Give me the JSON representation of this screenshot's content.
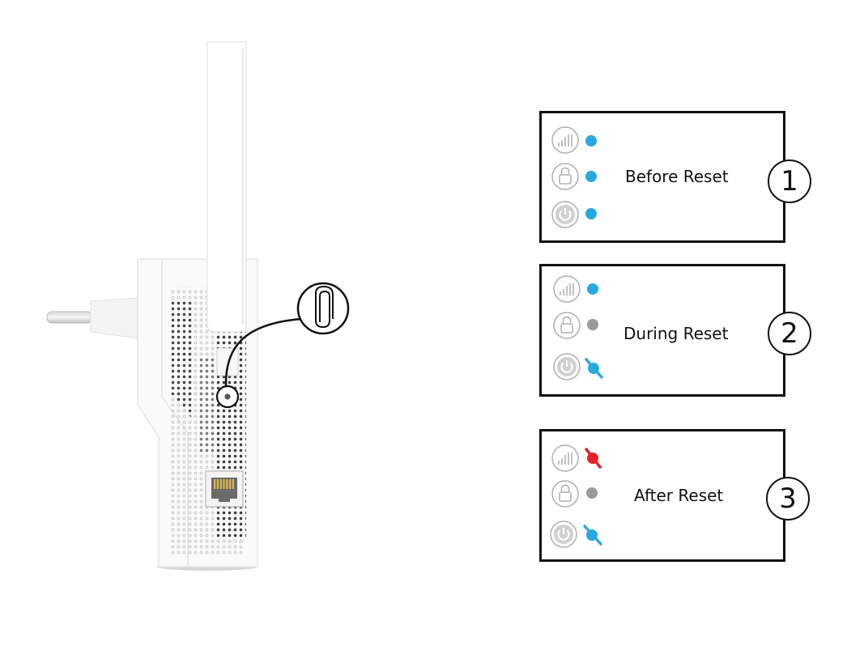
{
  "steps": [
    {
      "number": "1",
      "label": "Before Reset",
      "leds": {
        "signal": "on-blue",
        "wps": "on-blue",
        "power": "on-blue"
      }
    },
    {
      "number": "2",
      "label": "During Reset",
      "leds": {
        "signal": "on-blue",
        "wps": "off",
        "power": "blinking-blue"
      }
    },
    {
      "number": "3",
      "label": "After Reset",
      "leds": {
        "signal": "blinking-red",
        "wps": "off",
        "power": "blinking-blue"
      }
    }
  ],
  "icons": [
    "signal-icon",
    "lock-icon",
    "power-icon",
    "paperclip-icon",
    "reset-hole-icon",
    "ethernet-port-icon"
  ],
  "colors": {
    "led_blue": "#29a8e0",
    "led_red": "#e8202a",
    "led_off": "#9a9a9a",
    "border": "#111111"
  }
}
